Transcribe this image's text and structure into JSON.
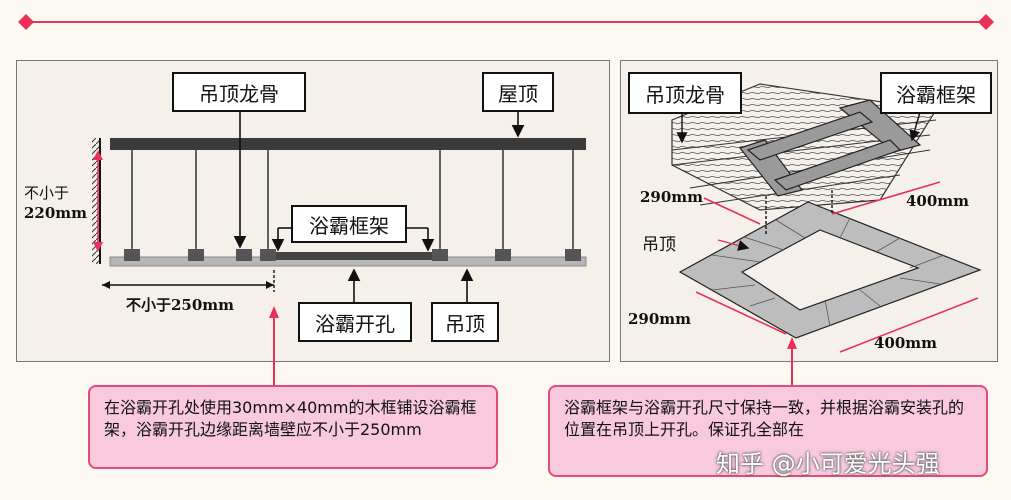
{
  "left_diagram": {
    "labels": {
      "ceiling_keel": "吊顶龙骨",
      "roof": "屋顶",
      "bath_heater_frame": "浴霸框架",
      "bath_heater_opening": "浴霸开孔",
      "ceiling": "吊顶"
    },
    "dims": {
      "height_line1": "不小于",
      "height_line2": "220mm",
      "width": "不小于250mm"
    },
    "note": "在浴霸开孔处使用30mm×40mm的木框铺设浴霸框架，浴霸开孔边缘距离墙壁应不小于250mm"
  },
  "right_diagram": {
    "labels": {
      "ceiling_keel": "吊顶龙骨",
      "bath_heater_frame": "浴霸框架",
      "ceiling": "吊顶"
    },
    "dims": {
      "frame_width": "290mm",
      "frame_length": "400mm",
      "opening_width": "290mm",
      "opening_length": "400mm"
    },
    "note": "浴霸框架与浴霸开孔尺寸保持一致，并根据浴霸安装孔的位置在吊顶上开孔。保证孔全部在"
  },
  "watermark": "知乎 @小可爱光头强",
  "colors": {
    "accent_line": "#e8305a",
    "note_fill": "#f9c9dd",
    "note_border": "#e44a7a"
  }
}
